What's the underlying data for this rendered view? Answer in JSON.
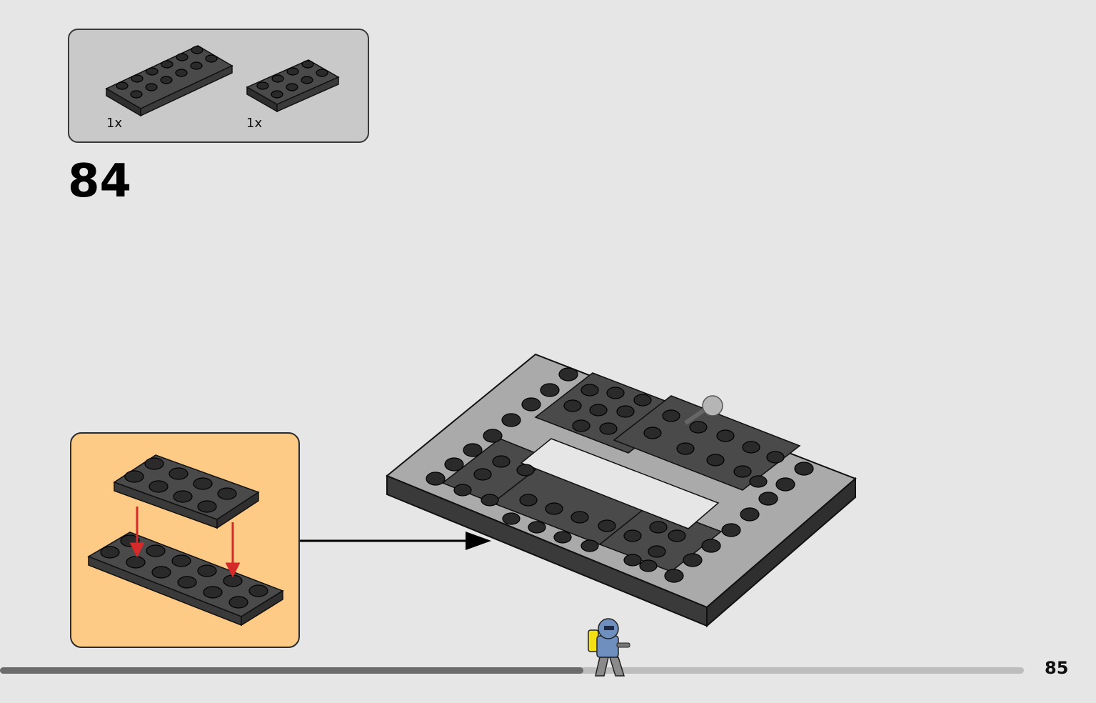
{
  "parts": {
    "items": [
      {
        "name": "plate-2x6",
        "quantity": "1x"
      },
      {
        "name": "plate-2x4",
        "quantity": "1x"
      }
    ]
  },
  "step": {
    "number": "84"
  },
  "page": {
    "number": "85"
  },
  "progress": {
    "fraction": 0.57
  },
  "colors": {
    "background": "#e6e6e6",
    "parts_box": "#c9c9c9",
    "callout": "#fecb86",
    "brick_dark": "#3d3d3d",
    "baseplate": "#aaaaaa",
    "arrow_red": "#d42a2a"
  }
}
